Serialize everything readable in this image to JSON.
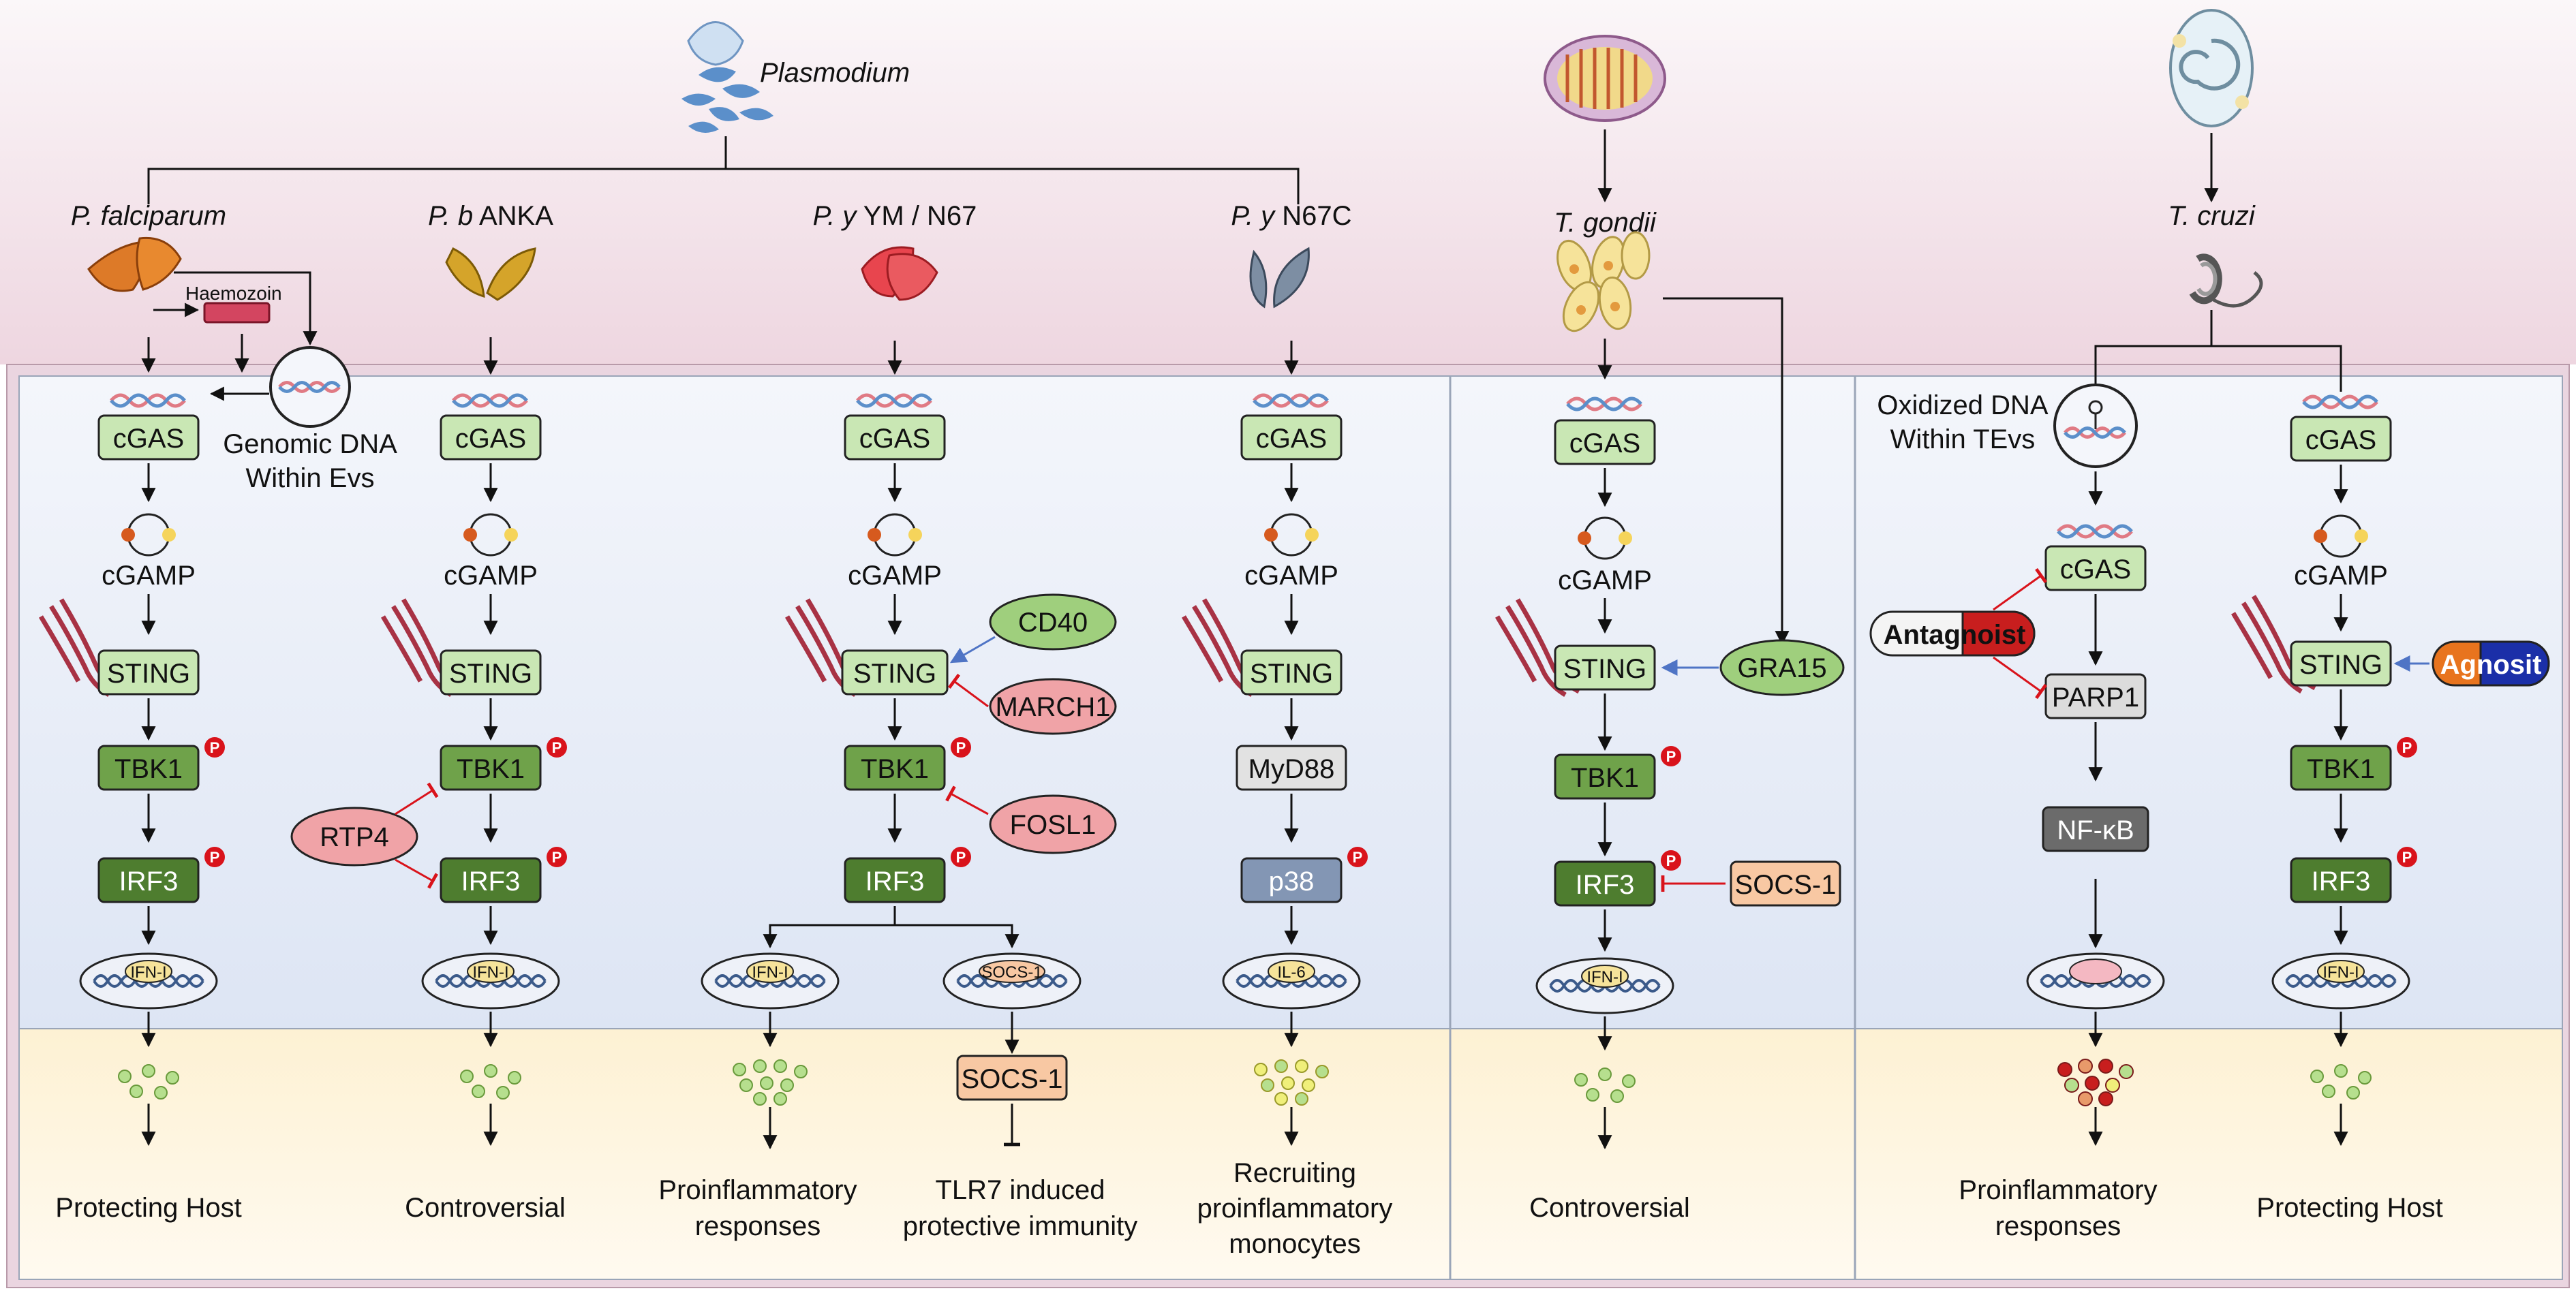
{
  "organisms": {
    "plasmodium": "Plasmodium",
    "t_gondii": "T. gondii",
    "t_cruzi": "T. cruzi"
  },
  "columns": [
    {
      "title_italic": "P. falciparum",
      "title_rest": "",
      "extra_label": "Haemozoin",
      "dna_label_1": "Genomic DNA",
      "dna_label_2": "Within Evs",
      "outcome_1": "Protecting Host",
      "outcome_2": ""
    },
    {
      "title_italic": "P. b",
      "title_rest": " ANKA",
      "regulator": "RTP4",
      "outcome_1": "Controversial",
      "outcome_2": ""
    },
    {
      "title_italic": "P. y",
      "title_rest": " YM / N67",
      "regulators": [
        "CD40",
        "MARCH1",
        "FOSL1"
      ],
      "gene_a": "IFN-I",
      "gene_b": "SOCS-1",
      "product_b": "SOCS-1",
      "outcome_a_1": "Proinflammatory",
      "outcome_a_2": "responses",
      "outcome_b_1": "TLR7 induced",
      "outcome_b_2": "protective immunity"
    },
    {
      "title_italic": "P. y",
      "title_rest": " N67C",
      "adaptor": "MyD88",
      "kinase": "p38",
      "gene": "IL-6",
      "outcome_1": "Recruiting",
      "outcome_2": "proinflammatory",
      "outcome_3": "monocytes"
    },
    {
      "title_italic": "T. gondii",
      "activator": "GRA15",
      "inhibitor": "SOCS-1",
      "outcome_1": "Controversial"
    },
    {
      "dna_label_1": "Oxidized DNA",
      "dna_label_2": "Within TEvs",
      "antagonist": "Antagnoist",
      "enzyme": "PARP1",
      "tf": "NF-κB",
      "outcome_1": "Proinflammatory",
      "outcome_2": "responses"
    },
    {
      "agonist": "Agnosit",
      "outcome_1": "Protecting Host"
    }
  ],
  "nodes": {
    "cgas": "cGAS",
    "cgamp": "cGAMP",
    "sting": "STING",
    "tbk1": "TBK1",
    "irf3": "IRF3",
    "ifn": "IFN-I",
    "phospho": "P"
  },
  "colors": {
    "top_band": "#f3e3ea",
    "pathway_bg": "#e9eef8",
    "outcome_bg": "#fcf3dc",
    "box_light_green": "#c9e7b4",
    "box_dark_green": "#4e7d2f",
    "phospho_red": "#d9131b",
    "inhibitor_pink": "#f0a3a7",
    "activator_green": "#9fcf7d",
    "socs_orange": "#f8c8a3",
    "blue_arrow": "#4f74c5"
  }
}
